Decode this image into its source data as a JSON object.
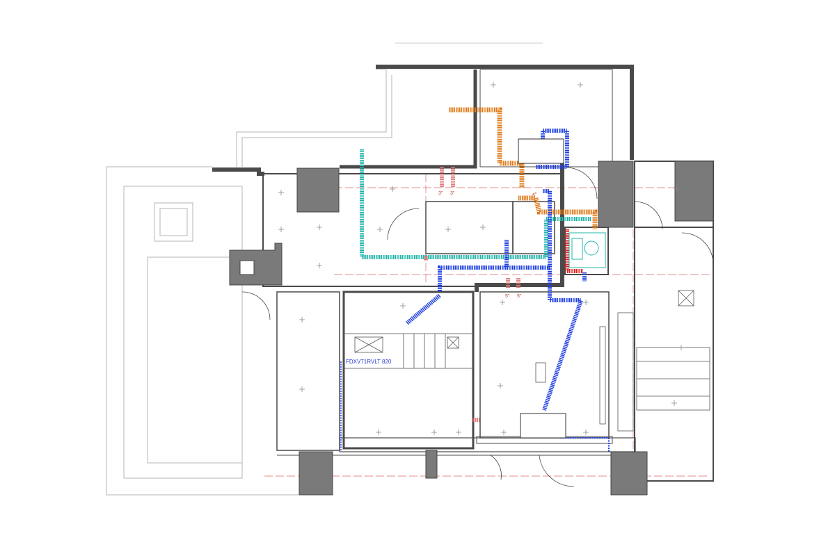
{
  "plan": {
    "equipment_tag": "FDXV71RVLT 820",
    "duct_sizes": {
      "a": "3\"",
      "b": "3\"",
      "c": "4\"",
      "d": "5\"",
      "e": "5\""
    }
  },
  "colors": {
    "wall": "#4a4a4a",
    "column": "#7a7a7a",
    "terrace": "#b5b5b5",
    "gridline": "#d66a6a",
    "duct_orange": "#e07b1a",
    "duct_teal": "#20b5aa",
    "duct_blue": "#1f3fe0",
    "duct_red": "#e02020",
    "duct_pink": "#e07a7a"
  }
}
